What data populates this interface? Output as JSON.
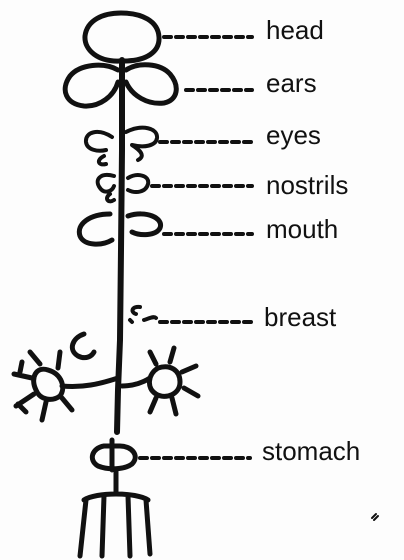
{
  "labels": {
    "head": "head",
    "ears": "ears",
    "eyes": "eyes",
    "nostrils": "nostrils",
    "mouth": "mouth",
    "breast": "breast",
    "stomach": "stomach"
  },
  "colors": {
    "ink": "#111111",
    "paper": "#fdfdfd"
  }
}
